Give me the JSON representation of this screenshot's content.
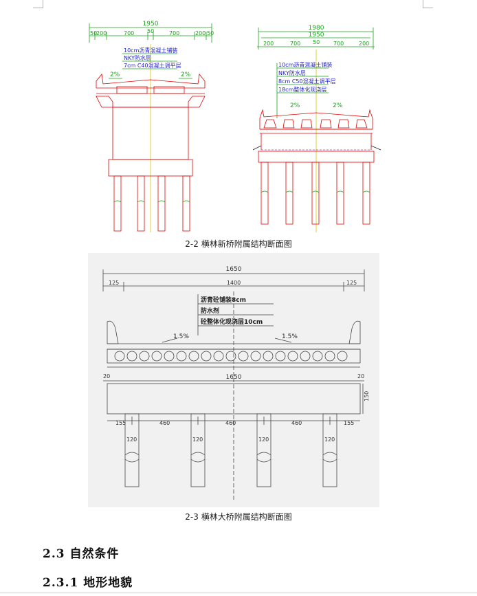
{
  "figure1": {
    "caption": "2-2 横林新桥附属结构断面图",
    "left_section": {
      "total_width": "1950",
      "segments": [
        "50",
        "200",
        "700",
        "50",
        "700",
        "200",
        "50"
      ],
      "layers": [
        "10cm沥青混凝土铺装",
        "NKY防水层",
        "7cm C40混凝土调平层"
      ],
      "slopes": [
        "2%",
        "2%"
      ]
    },
    "right_section": {
      "total_width_top": "1980",
      "total_width": "1950",
      "segments": [
        "200",
        "700",
        "50",
        "700",
        "200"
      ],
      "layers": [
        "10cm沥青混凝土铺装",
        "NKY防水层",
        "8cm C50混凝土调平层",
        "18cm整体化现浇层"
      ],
      "slopes": [
        "2%",
        "2%"
      ]
    }
  },
  "figure2": {
    "caption": "2-3 横林大桥附属结构断面图",
    "top_total": "1650",
    "top_segments": [
      "125",
      "1400",
      "125"
    ],
    "layers": [
      "沥青砼铺装8cm",
      "防水剂",
      "砼整体化现浇层10cm"
    ],
    "slopes": [
      "1.5%",
      "1.5%"
    ],
    "cap_width": "1650",
    "cap_overhang_left": "20",
    "cap_overhang_right": "20",
    "cap_height": "150",
    "pile_spacing": [
      "155",
      "460",
      "460",
      "460",
      "155"
    ],
    "pile_dia": [
      "120",
      "120",
      "120",
      "120"
    ]
  },
  "headings": {
    "h1": "2.3 自然条件",
    "h2": "2.3.1 地形地貌"
  }
}
